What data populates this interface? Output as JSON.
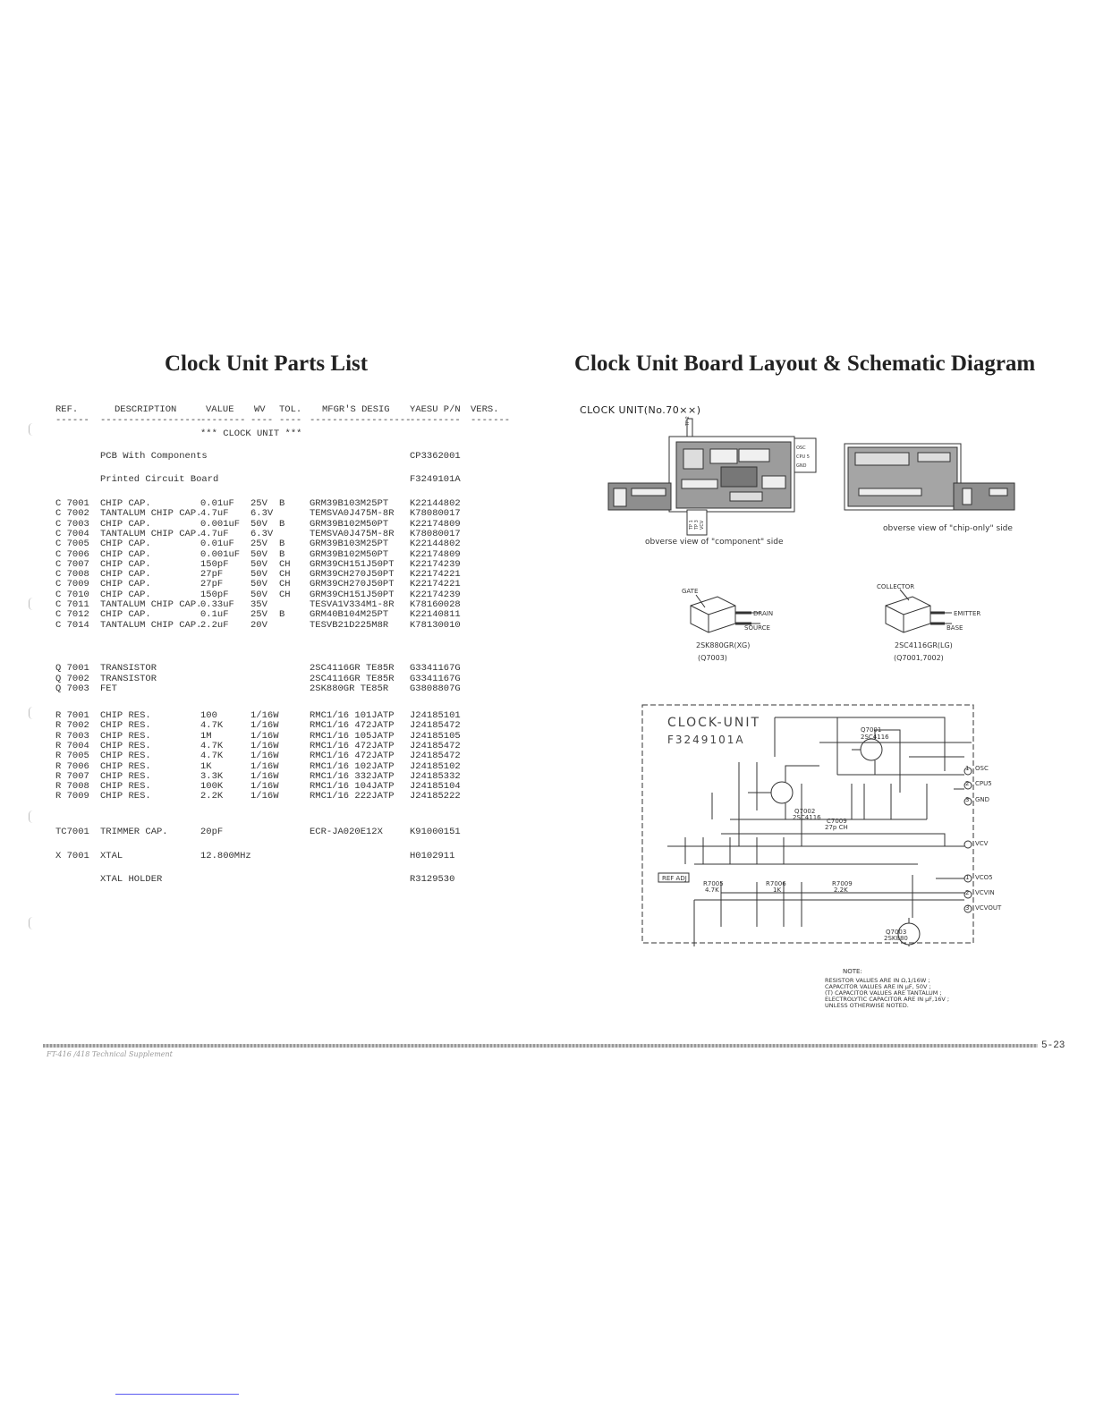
{
  "left_title": "Clock Unit Parts List",
  "right_title": "Clock Unit Board Layout & Schematic Diagram",
  "parts_list": {
    "headers": {
      "ref": "REF.",
      "desc": "DESCRIPTION",
      "value": "VALUE",
      "wv": "WV",
      "tol": "TOL.",
      "mfgr": "MFGR'S DESIG",
      "yaesu": "YAESU P/N",
      "vers": "VERS."
    },
    "dashes": {
      "ref": "------",
      "desc": "------------------",
      "value": "--------",
      "wv": "----",
      "tol": "----",
      "mfgr": "------------------",
      "yaesu": "---------",
      "vers": "-------"
    },
    "section": "*** CLOCK UNIT ***",
    "board_items": [
      {
        "desc": "PCB With Components",
        "pn": "CP3362001"
      },
      {
        "desc": "Printed Circuit Board",
        "pn": "F3249101A"
      }
    ],
    "capacitors": [
      {
        "ref": "C 7001",
        "desc": "CHIP CAP.",
        "value": "0.01uF",
        "wv": "25V",
        "tol": "B",
        "mfgr": "GRM39B103M25PT",
        "pn": "K22144802"
      },
      {
        "ref": "C 7002",
        "desc": "TANTALUM CHIP CAP.",
        "value": "4.7uF",
        "wv": "6.3V",
        "tol": "",
        "mfgr": "TEMSVA0J475M-8R",
        "pn": "K78080017"
      },
      {
        "ref": "C 7003",
        "desc": "CHIP CAP.",
        "value": "0.001uF",
        "wv": "50V",
        "tol": "B",
        "mfgr": "GRM39B102M50PT",
        "pn": "K22174809"
      },
      {
        "ref": "C 7004",
        "desc": "TANTALUM CHIP CAP.",
        "value": "4.7uF",
        "wv": "6.3V",
        "tol": "",
        "mfgr": "TEMSVA0J475M-8R",
        "pn": "K78080017"
      },
      {
        "ref": "C 7005",
        "desc": "CHIP CAP.",
        "value": "0.01uF",
        "wv": "25V",
        "tol": "B",
        "mfgr": "GRM39B103M25PT",
        "pn": "K22144802"
      },
      {
        "ref": "C 7006",
        "desc": "CHIP CAP.",
        "value": "0.001uF",
        "wv": "50V",
        "tol": "B",
        "mfgr": "GRM39B102M50PT",
        "pn": "K22174809"
      },
      {
        "ref": "C 7007",
        "desc": "CHIP CAP.",
        "value": "150pF",
        "wv": "50V",
        "tol": "CH",
        "mfgr": "GRM39CH151J50PT",
        "pn": "K22174239"
      },
      {
        "ref": "C 7008",
        "desc": "CHIP CAP.",
        "value": "27pF",
        "wv": "50V",
        "tol": "CH",
        "mfgr": "GRM39CH270J50PT",
        "pn": "K22174221"
      },
      {
        "ref": "C 7009",
        "desc": "CHIP CAP.",
        "value": "27pF",
        "wv": "50V",
        "tol": "CH",
        "mfgr": "GRM39CH270J50PT",
        "pn": "K22174221"
      },
      {
        "ref": "C 7010",
        "desc": "CHIP CAP.",
        "value": "150pF",
        "wv": "50V",
        "tol": "CH",
        "mfgr": "GRM39CH151J50PT",
        "pn": "K22174239"
      },
      {
        "ref": "C 7011",
        "desc": "TANTALUM CHIP CAP.",
        "value": "0.33uF",
        "wv": "35V",
        "tol": "",
        "mfgr": "TESVA1V334M1-8R",
        "pn": "K78160028"
      },
      {
        "ref": "C 7012",
        "desc": "CHIP CAP.",
        "value": "0.1uF",
        "wv": "25V",
        "tol": "B",
        "mfgr": "GRM40B104M25PT",
        "pn": "K22140811"
      },
      {
        "ref": "C 7014",
        "desc": "TANTALUM CHIP CAP.",
        "value": "2.2uF",
        "wv": "20V",
        "tol": "",
        "mfgr": "TESVB21D225M8R",
        "pn": "K78130010"
      }
    ],
    "transistors": [
      {
        "ref": "Q 7001",
        "desc": "TRANSISTOR",
        "mfgr": "2SC4116GR TE85R",
        "pn": "G3341167G"
      },
      {
        "ref": "Q 7002",
        "desc": "TRANSISTOR",
        "mfgr": "2SC4116GR TE85R",
        "pn": "G3341167G"
      },
      {
        "ref": "Q 7003",
        "desc": "FET",
        "mfgr": "2SK880GR TE85R",
        "pn": "G3808807G"
      }
    ],
    "resistors": [
      {
        "ref": "R 7001",
        "desc": "CHIP RES.",
        "value": "100",
        "wv": "1/16W",
        "mfgr": "RMC1/16 101JATP",
        "pn": "J24185101"
      },
      {
        "ref": "R 7002",
        "desc": "CHIP RES.",
        "value": "4.7K",
        "wv": "1/16W",
        "mfgr": "RMC1/16 472JATP",
        "pn": "J24185472"
      },
      {
        "ref": "R 7003",
        "desc": "CHIP RES.",
        "value": "1M",
        "wv": "1/16W",
        "mfgr": "RMC1/16 105JATP",
        "pn": "J24185105"
      },
      {
        "ref": "R 7004",
        "desc": "CHIP RES.",
        "value": "4.7K",
        "wv": "1/16W",
        "mfgr": "RMC1/16 472JATP",
        "pn": "J24185472"
      },
      {
        "ref": "R 7005",
        "desc": "CHIP RES.",
        "value": "4.7K",
        "wv": "1/16W",
        "mfgr": "RMC1/16 472JATP",
        "pn": "J24185472"
      },
      {
        "ref": "R 7006",
        "desc": "CHIP RES.",
        "value": "1K",
        "wv": "1/16W",
        "mfgr": "RMC1/16 102JATP",
        "pn": "J24185102"
      },
      {
        "ref": "R 7007",
        "desc": "CHIP RES.",
        "value": "3.3K",
        "wv": "1/16W",
        "mfgr": "RMC1/16 332JATP",
        "pn": "J24185332"
      },
      {
        "ref": "R 7008",
        "desc": "CHIP RES.",
        "value": "100K",
        "wv": "1/16W",
        "mfgr": "RMC1/16 104JATP",
        "pn": "J24185104"
      },
      {
        "ref": "R 7009",
        "desc": "CHIP RES.",
        "value": "2.2K",
        "wv": "1/16W",
        "mfgr": "RMC1/16 222JATP",
        "pn": "J24185222"
      }
    ],
    "trimmer": {
      "ref": "TC7001",
      "desc": "TRIMMER CAP.",
      "value": "20pF",
      "mfgr": "ECR-JA020E12X",
      "pn": "K91000151"
    },
    "xtal": {
      "ref": "X 7001",
      "desc": "XTAL",
      "value": "12.800MHz",
      "pn": "H0102911"
    },
    "holder": {
      "desc": "XTAL HOLDER",
      "pn": "R3129530"
    }
  },
  "board_layout": {
    "unit_label": "CLOCK UNIT(No.70××)",
    "component_caption": "obverse view of \"component\" side",
    "chip_caption": "obverse view of \"chip-only\" side",
    "osc_labels": [
      "OSC",
      "CPU 5",
      "GND"
    ],
    "tp_labels": [
      "TP 1",
      "TP 3",
      "VCV"
    ],
    "tp_top": "TP 2"
  },
  "packages": {
    "fet": {
      "gate": "GATE",
      "drain": "DRAIN",
      "source": "SOURCE",
      "part": "2SK880GR(XG)",
      "ref": "(Q7003)"
    },
    "bjt": {
      "collector": "COLLECTOR",
      "emitter": "EMITTER",
      "base": "BASE",
      "part": "2SC4116GR(LG)",
      "ref": "(Q7001,7002)"
    }
  },
  "schematic": {
    "title": "CLOCK-UNIT",
    "board_no": "F3249101A",
    "ports": [
      {
        "n": "1",
        "label": "OSC"
      },
      {
        "n": "2",
        "label": "CPU5"
      },
      {
        "n": "3",
        "label": "GND"
      },
      {
        "n": "",
        "label": "VCV"
      },
      {
        "n": "1",
        "label": "VCO5"
      },
      {
        "n": "2",
        "label": "VCVIN"
      },
      {
        "n": "3",
        "label": "VCVOUT"
      }
    ],
    "ref_adj": "REF ADJ",
    "q7001": {
      "ref": "Q7001",
      "part": "2SC4116"
    },
    "q7002": {
      "ref": "Q7002",
      "part": "2SC4116"
    },
    "q7003": {
      "ref": "Q7003",
      "part": "2SK880"
    },
    "c7009": {
      "ref": "C7009",
      "value": "27p CH"
    },
    "r7005": {
      "ref": "R7005",
      "value": "4.7K"
    },
    "r7006": {
      "ref": "R7006",
      "value": "1K"
    },
    "r7009": {
      "ref": "R7009",
      "value": "2.2K"
    },
    "note_title": "NOTE:",
    "notes": [
      "RESISTOR VALUES ARE IN Ω,1/16W ;",
      "CAPACITOR VALUES ARE IN μF, 50V ;",
      "(T) CAPACITOR VALUES ARE TANTALUM ;",
      "ELECTROLYTIC CAPACITOR ARE IN μF,16V ;",
      "UNLESS OTHERWISE NOTED."
    ]
  },
  "page_number": "5-23",
  "footer_text": "FT-416 /418 Technical Supplement"
}
